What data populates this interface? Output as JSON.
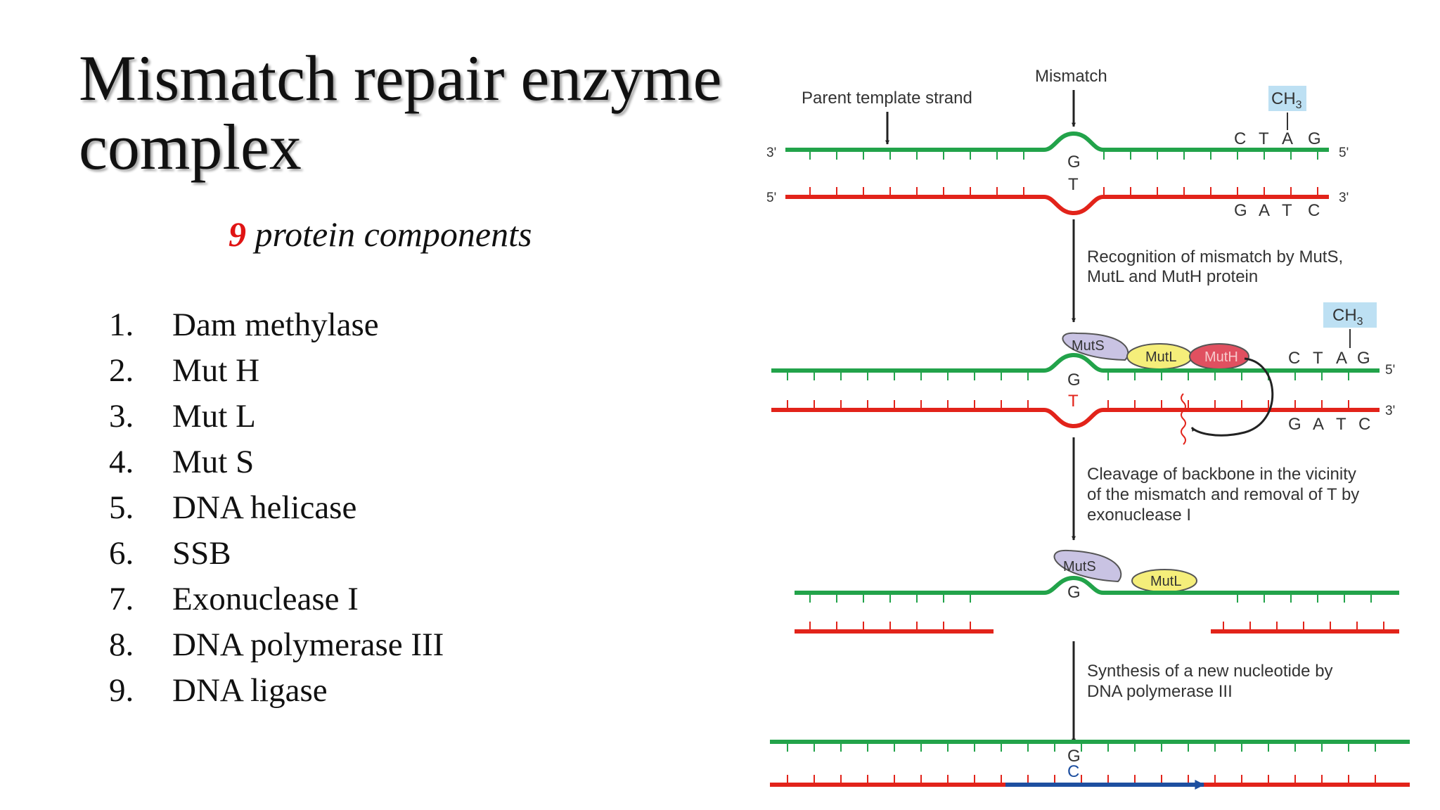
{
  "slide": {
    "title_line1": "Mismatch repair enzyme",
    "title_line2": "complex",
    "subtitle_number": "9",
    "subtitle_text": "protein components",
    "components": [
      {
        "num": "1.",
        "name": "Dam methylase"
      },
      {
        "num": "2.",
        "name": "Mut H"
      },
      {
        "num": "3.",
        "name": "Mut L"
      },
      {
        "num": "4.",
        "name": "Mut S"
      },
      {
        "num": "5.",
        "name": "DNA helicase"
      },
      {
        "num": "6.",
        "name": "SSB"
      },
      {
        "num": "7.",
        "name": "Exonuclease I"
      },
      {
        "num": "8.",
        "name": "DNA polymerase III"
      },
      {
        "num": "9.",
        "name": "DNA ligase"
      }
    ]
  },
  "diagram": {
    "colors": {
      "parent_strand": "#22a34a",
      "daughter_strand": "#e2231a",
      "new_synthesis": "#1d4fa0",
      "methyl_box": "#bde0f3",
      "muts": "#c9c3e3",
      "mutl": "#f5ee7a",
      "muth": "#e05060",
      "arrow": "#222222"
    },
    "mismatch_label": "Mismatch",
    "parent_template_label": "Parent template strand",
    "methyl_label": "CH",
    "methyl_subscript": "3",
    "prime_3": "3'",
    "prime_5": "5'",
    "gatc_top": [
      "C",
      "T",
      "A",
      "G"
    ],
    "gatc_bottom": [
      "G",
      "A",
      "T",
      "C"
    ],
    "base_g": "G",
    "base_t": "T",
    "base_c": "C",
    "step1_line1": "Recognition of mismatch by MutS,",
    "step1_line2": "MutL and MutH protein",
    "step2_line1": "Cleavage of backbone in the vicinity",
    "step2_line2": "of the mismatch and removal of T by",
    "step2_line3": "exonuclease I",
    "step3_line1": "Synthesis of a new nucleotide by",
    "step3_line2": "DNA polymerase III",
    "protein_muts": "MutS",
    "protein_mutl": "MutL",
    "protein_muth": "MutH"
  }
}
